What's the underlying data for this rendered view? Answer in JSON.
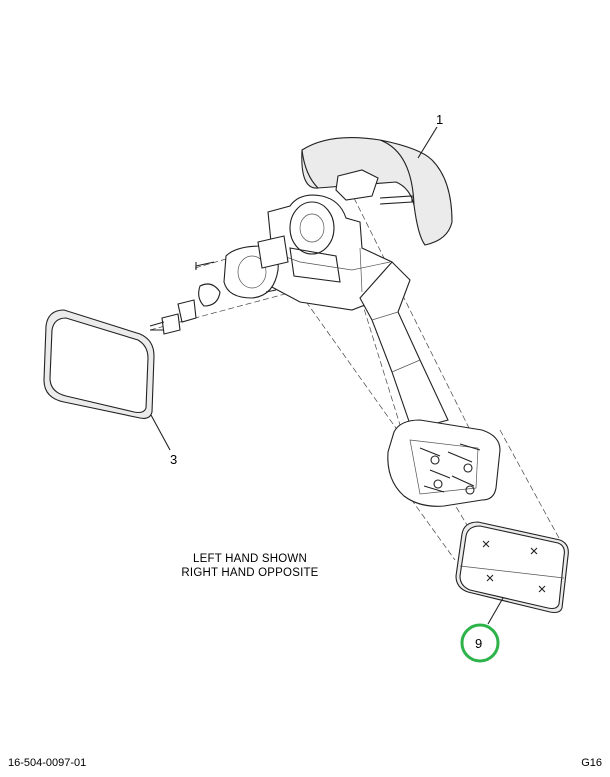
{
  "callouts": [
    {
      "id": "1",
      "label": "1",
      "highlighted": false
    },
    {
      "id": "3",
      "label": "3",
      "highlighted": false
    },
    {
      "id": "9",
      "label": "9",
      "highlighted": true
    }
  ],
  "note": {
    "line1": "LEFT HAND SHOWN",
    "line2": "RIGHT HAND OPPOSITE"
  },
  "footer": {
    "part_number": "16-504-0097-01",
    "sheet": "G16"
  },
  "colors": {
    "line": "#222222",
    "shade": "#e8e8e8",
    "highlight_ring": "#2db34a"
  }
}
